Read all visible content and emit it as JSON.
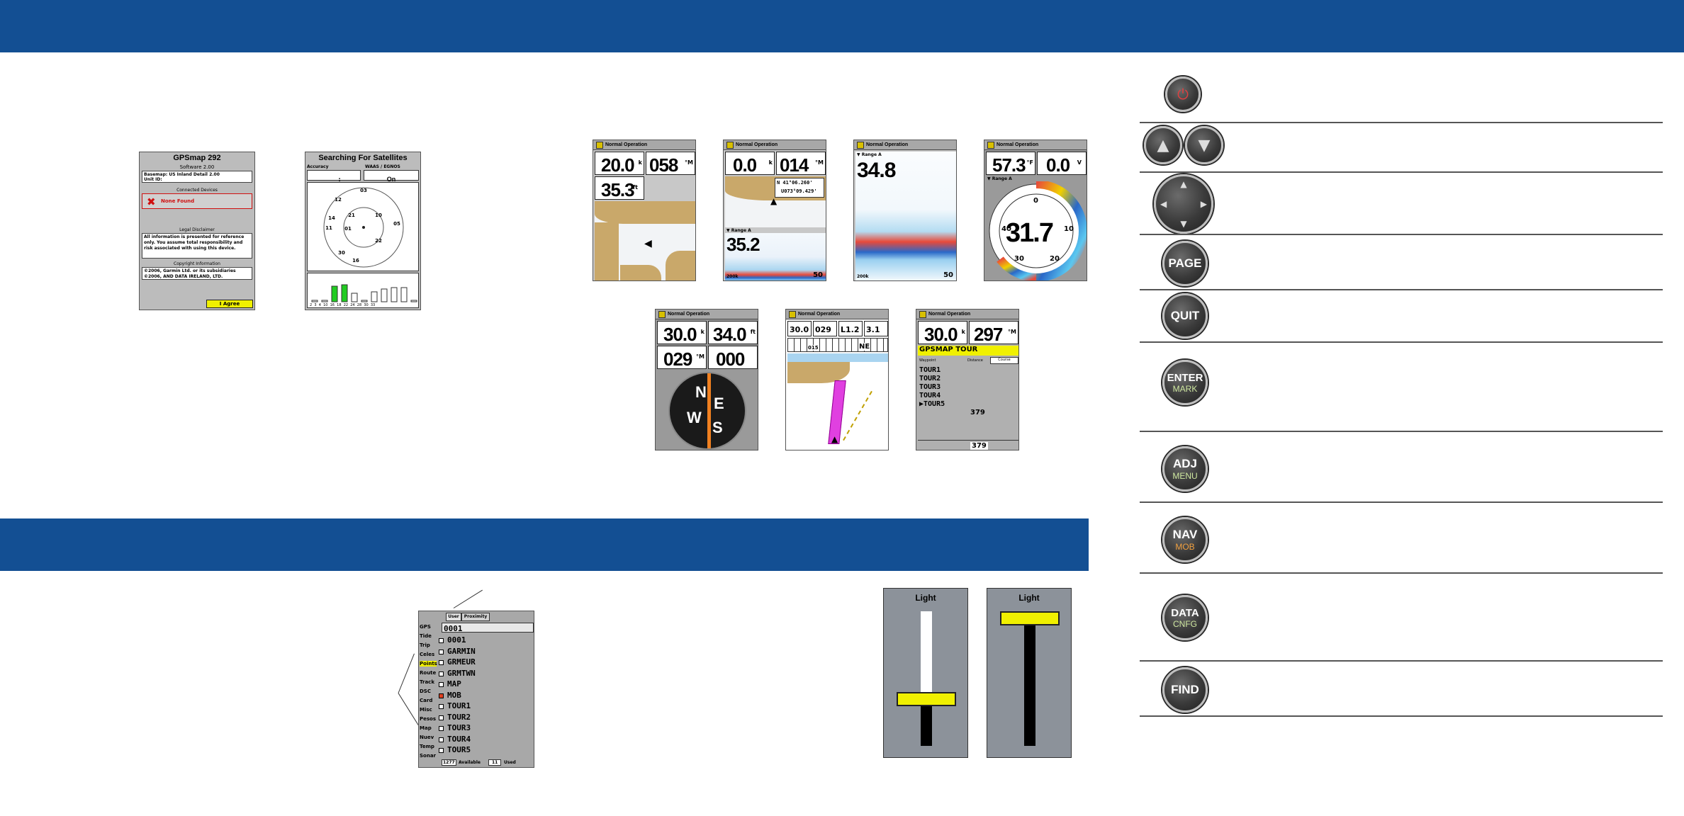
{
  "startup": {
    "title": "GPSmap 292",
    "software": "Software 2.00",
    "basemap": "Basemap: US Inland Detail 2.00",
    "unit": "Unit ID:",
    "connected_header": "Connected Devices",
    "none_found": "None Found",
    "legal_header": "Legal Disclaimer",
    "legal_text": "All information is presented for reference only. You assume total responsibility and risk associated with using this device.",
    "copyright_header": "Copyright Information",
    "copyright_1": "©2006, Garmin Ltd. or its subsidiaries",
    "copyright_2": "©2006, AND DATA IRELAND, LTD.",
    "agree": "I Agree"
  },
  "satellites": {
    "title": "Searching For Satellites",
    "accuracy_label": "Accuracy",
    "waas_label": "WAAS / EGNOS",
    "accuracy_value": "___:",
    "waas_value": "On",
    "sats": [
      "03",
      "12",
      "14",
      "21",
      "10",
      "01",
      "22",
      "30",
      "16",
      "11",
      "05"
    ],
    "bar_labels": "2  3  4  10  16  18  22  24  28  30  33"
  },
  "main_pages": {
    "op_label": "Normal Operation",
    "p1": {
      "speed": "20.0",
      "heading": "058",
      "depth": "35.3"
    },
    "p2": {
      "speed": "0.0",
      "heading": "014",
      "lat": "N  41°06.260'",
      "lon": "U073°09.429'",
      "depth": "35.2",
      "range": "Range A",
      "scale_bottom": "200k",
      "scale_num": "50"
    },
    "p3": {
      "depth": "34.8",
      "range": "Range A",
      "scale_bottom": "200k",
      "scale_num": "50"
    },
    "p4": {
      "temp": "57.3",
      "volt": "0.0",
      "range": "Range A",
      "flasher": "31.7",
      "d0": "0",
      "d10": "10",
      "d20": "20",
      "d30": "30",
      "d40": "40"
    },
    "p5": {
      "speed": "30.0",
      "dist": "34.0",
      "heading": "029",
      "bearing": "000",
      "n": "N",
      "s": "S",
      "e": "E",
      "w": "W"
    },
    "p6": {
      "v1": "30.0",
      "v2": "029",
      "v3": "L1.2",
      "v4": "3.1",
      "h1": "015",
      "h2": "NE"
    },
    "p7": {
      "speed": "30.0",
      "heading": "297",
      "tour": "GPSMAP TOUR",
      "col1": "Waypoint",
      "col2": "Distance",
      "col3": "Course",
      "items": [
        "TOUR1",
        "TOUR2",
        "TOUR3",
        "TOUR4",
        "TOUR5"
      ],
      "dist5": "379",
      "total": "379"
    }
  },
  "points_screen": {
    "tabs": [
      "User",
      "Proximity"
    ],
    "menu": [
      "GPS",
      "Tide",
      "Trip",
      "Celes",
      "Points",
      "Route",
      "Track",
      "DSC",
      "Card",
      "Misc",
      "Pesos",
      "Map",
      "Nuev",
      "Temp",
      "Sonar"
    ],
    "active": "Points",
    "field": "0001",
    "waypoints": [
      "0001",
      "GARMIN",
      "GRMEUR",
      "GRMTWN",
      "MAP",
      "MOB",
      "TOUR1",
      "TOUR2",
      "TOUR3",
      "TOUR4",
      "TOUR5"
    ],
    "available": "1277",
    "available_label": "Available",
    "used": "11",
    "used_label": "Used"
  },
  "backlight": {
    "label_1": "Light",
    "label_2": "Light",
    "level_1": 0.35,
    "level_2": 0.95
  },
  "keys": {
    "page": "PAGE",
    "quit": "QUIT",
    "enter": "ENTER",
    "mark": "MARK",
    "adj": "ADJ",
    "menu": "MENU",
    "nav": "NAV",
    "mob": "MOB",
    "data": "DATA",
    "cnfg": "CNFG",
    "find": "FIND"
  },
  "colors": {
    "band": "#134f93",
    "warn": "#d01010",
    "sonar_red": "#e84a3a",
    "sonar_blue": "#2a68c8",
    "highlight": "#f0f000",
    "route": "#e040e0"
  }
}
